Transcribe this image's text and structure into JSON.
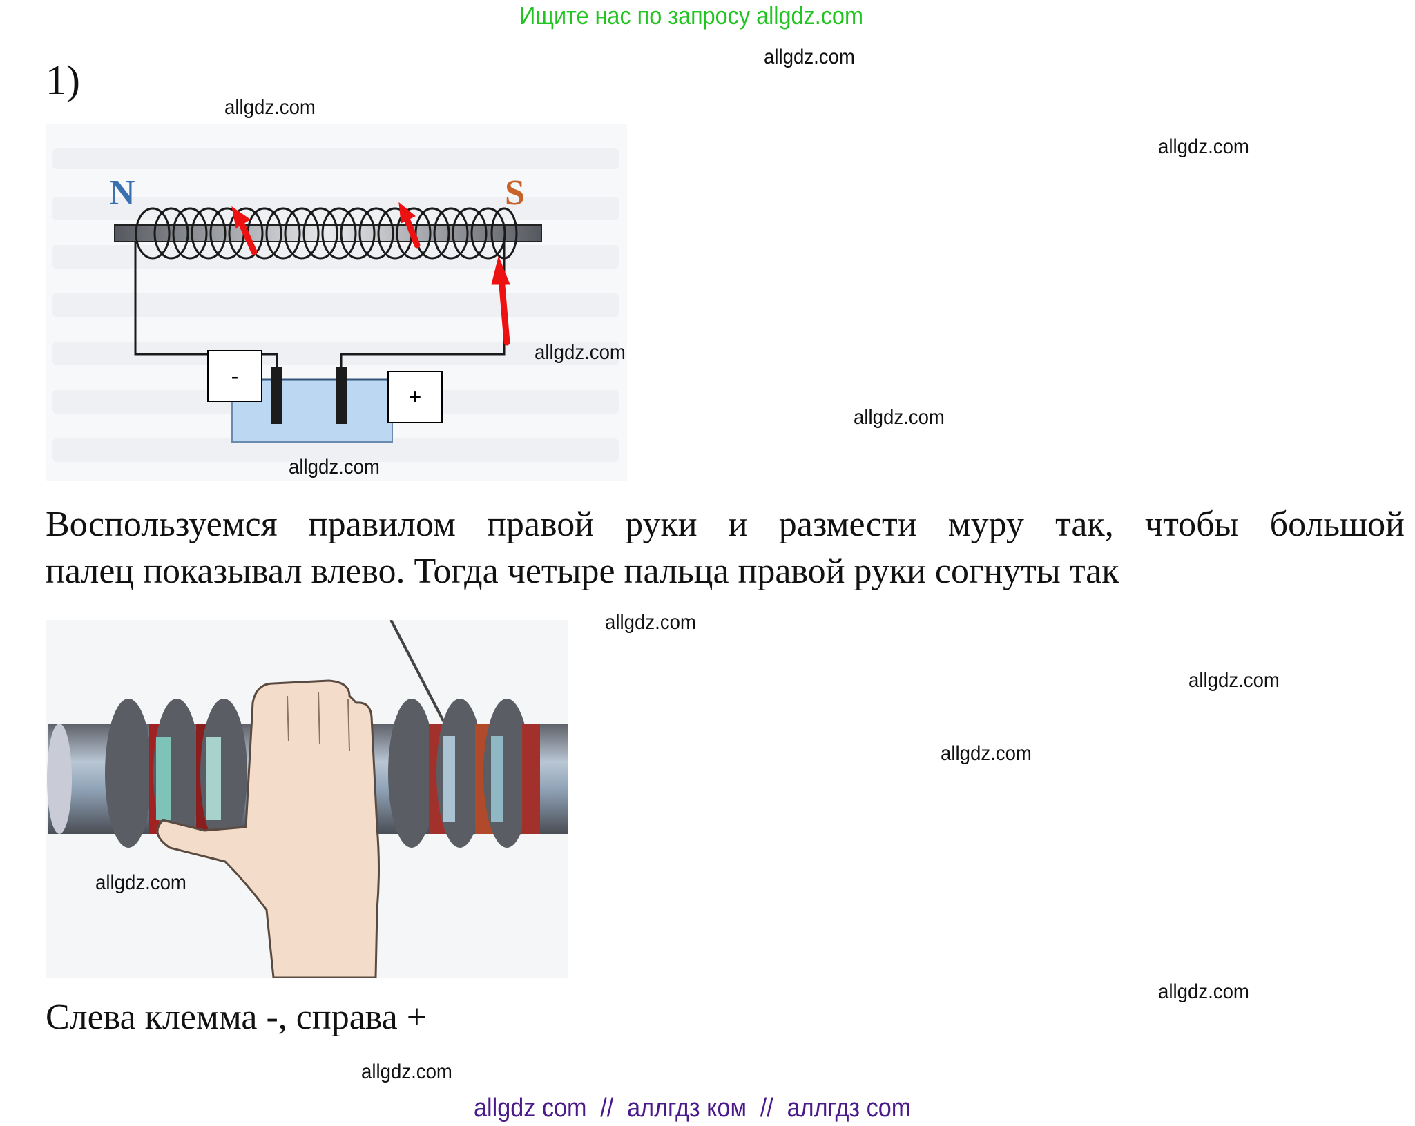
{
  "banner": {
    "text": "Ищите нас по запросу allgdz.com",
    "color": "#22c422"
  },
  "heading": "1)",
  "diagram1": {
    "pole_north": "N",
    "pole_south": "S",
    "north_color": "#3a6fb0",
    "south_color": "#c8622a",
    "arrow_color": "#ee1111",
    "terminal_left_label": "-",
    "terminal_right_label": "+",
    "description": "Соленоид с сердечником, подключённый к гальваническому элементу; красные стрелки показывают направление тока"
  },
  "paragraph": {
    "line1": "Воспользуемся правилом правой руки и размести муру так, чтобы большой",
    "line2": "палец показывал влево. Тогда четыре пальца правой руки согнуты так"
  },
  "diagram2": {
    "description": "Правая рука обхватывает катушку (правило правой руки)"
  },
  "conclusion": "Слева клемма -, справа +",
  "watermarks": [
    {
      "text": "allgdz.com"
    },
    {
      "text": "allgdz.com"
    },
    {
      "text": "allgdz.com"
    },
    {
      "text": "allgdz.com"
    },
    {
      "text": "allgdz.com"
    },
    {
      "text": "allgdz.com"
    },
    {
      "text": "allgdz.com"
    },
    {
      "text": "allgdz.com"
    },
    {
      "text": "allgdz.com"
    },
    {
      "text": "allgdz.com"
    },
    {
      "text": "allgdz.com"
    },
    {
      "text": "allgdz.com"
    }
  ],
  "footer": {
    "part1": "allgdz com",
    "sep": "//",
    "part2": "аллгдз ком",
    "part3": "аллгдз com",
    "color": "#4a1a8a"
  }
}
